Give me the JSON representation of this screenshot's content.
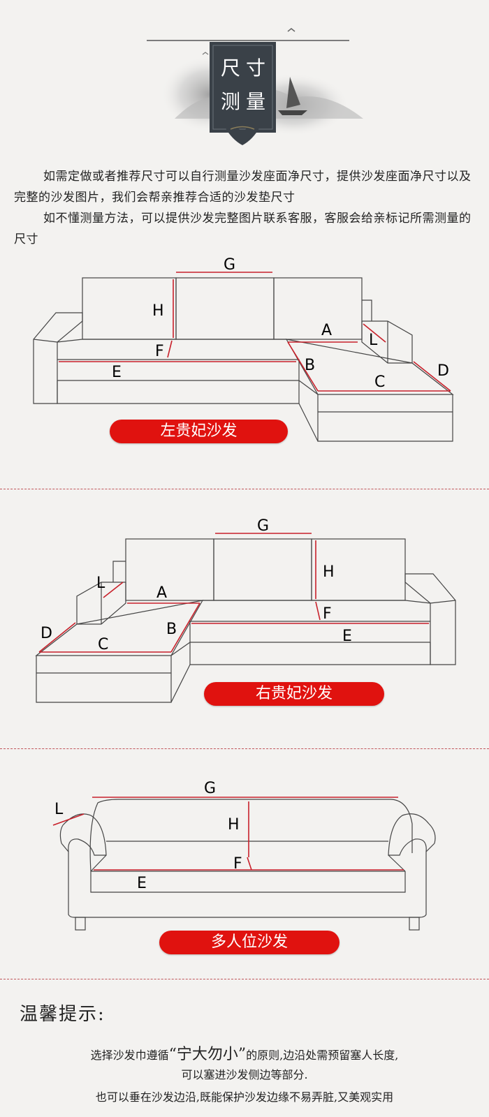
{
  "header": {
    "title_chars": [
      "尺",
      "寸",
      "测",
      "量"
    ]
  },
  "intro": {
    "para1": "如需定做或者推荐尺寸可以自行测量沙发座面净尺寸，提供沙发座面净尺寸以及完整的沙发图片，我们会帮亲推荐合适的沙发垫尺寸",
    "para2": "如不懂测量方法，可以提供沙发完整图片联系客服，客服会给亲标记所需测量的尺寸"
  },
  "diagrams": {
    "left_chaise": {
      "label": "左贵妃沙发",
      "marks": {
        "G": "G",
        "H": "H",
        "F": "F",
        "E": "E",
        "A": "A",
        "L": "L",
        "B": "B",
        "C": "C",
        "D": "D"
      }
    },
    "right_chaise": {
      "label": "右贵妃沙发",
      "marks": {
        "G": "G",
        "H": "H",
        "F": "F",
        "E": "E",
        "A": "A",
        "L": "L",
        "B": "B",
        "C": "C",
        "D": "D"
      }
    },
    "multi_seat": {
      "label": "多人位沙发",
      "marks": {
        "G": "G",
        "H": "H",
        "F": "F",
        "E": "E",
        "L": "L"
      }
    }
  },
  "tips": {
    "title": "温馨提示:",
    "line1_prefix": "选择沙发巾遵循",
    "line1_quote": "“宁大勿小”",
    "line1_suffix": "的原则,边沿处需预留塞人长度,",
    "line2": "可以塞进沙发侧边等部分.",
    "line3": "也可以垂在沙发边沿,既能保护沙发边缘不易弄脏,又美观实用"
  },
  "colors": {
    "accent_red": "#e0120f",
    "banner_dark": "#3a4148",
    "divider": "#c0555a",
    "measure_line": "#c8202a"
  }
}
